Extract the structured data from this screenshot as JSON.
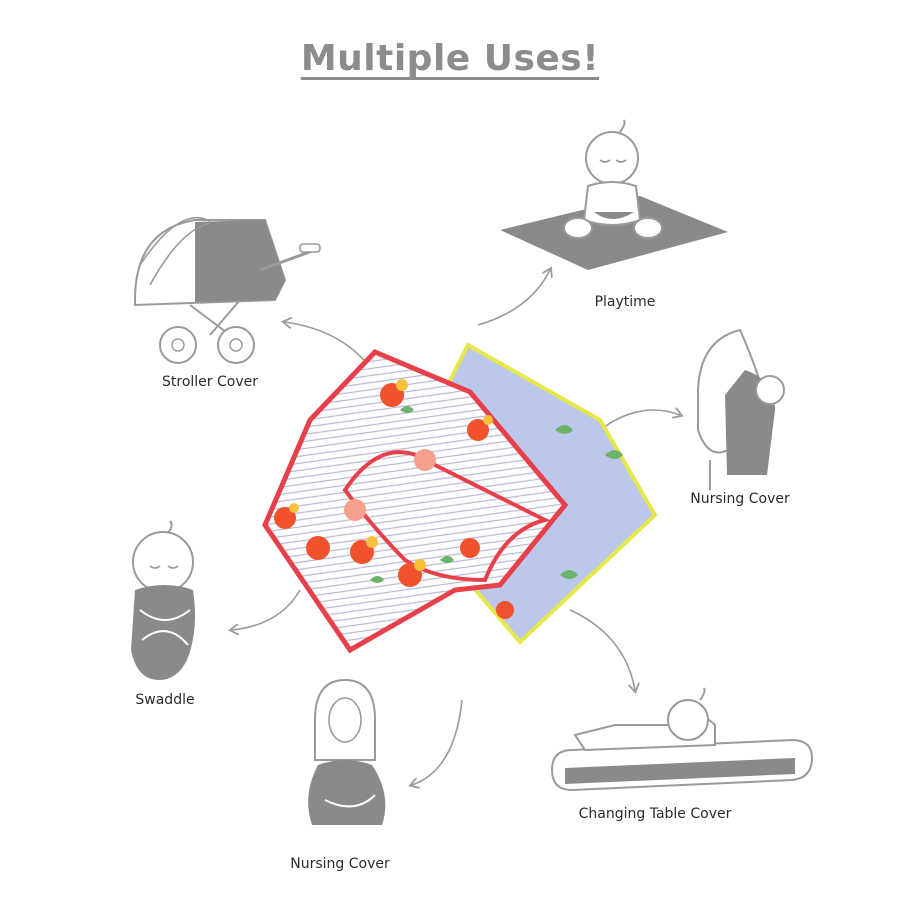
{
  "title": "Multiple Uses!",
  "uses": [
    {
      "label": "Playtime",
      "icon": "playmat-baby-icon"
    },
    {
      "label": "Stroller Cover",
      "icon": "stroller-icon"
    },
    {
      "label": "Nursing Cover",
      "icon": "nursing-cover-icon"
    },
    {
      "label": "Swaddle",
      "icon": "swaddled-baby-icon"
    },
    {
      "label": "Nursing Cover",
      "icon": "pregnant-woman-icon"
    },
    {
      "label": "Changing Table Cover",
      "icon": "changing-table-icon"
    }
  ],
  "colors": {
    "title": "#8c8c8c",
    "icon_fill": "#8a8a8a",
    "icon_line": "#9a9a9a",
    "blanket_front_trim": "#e8404a",
    "blanket_back": "#bcc7ec",
    "blanket_back_trim": "#e6e84a"
  }
}
